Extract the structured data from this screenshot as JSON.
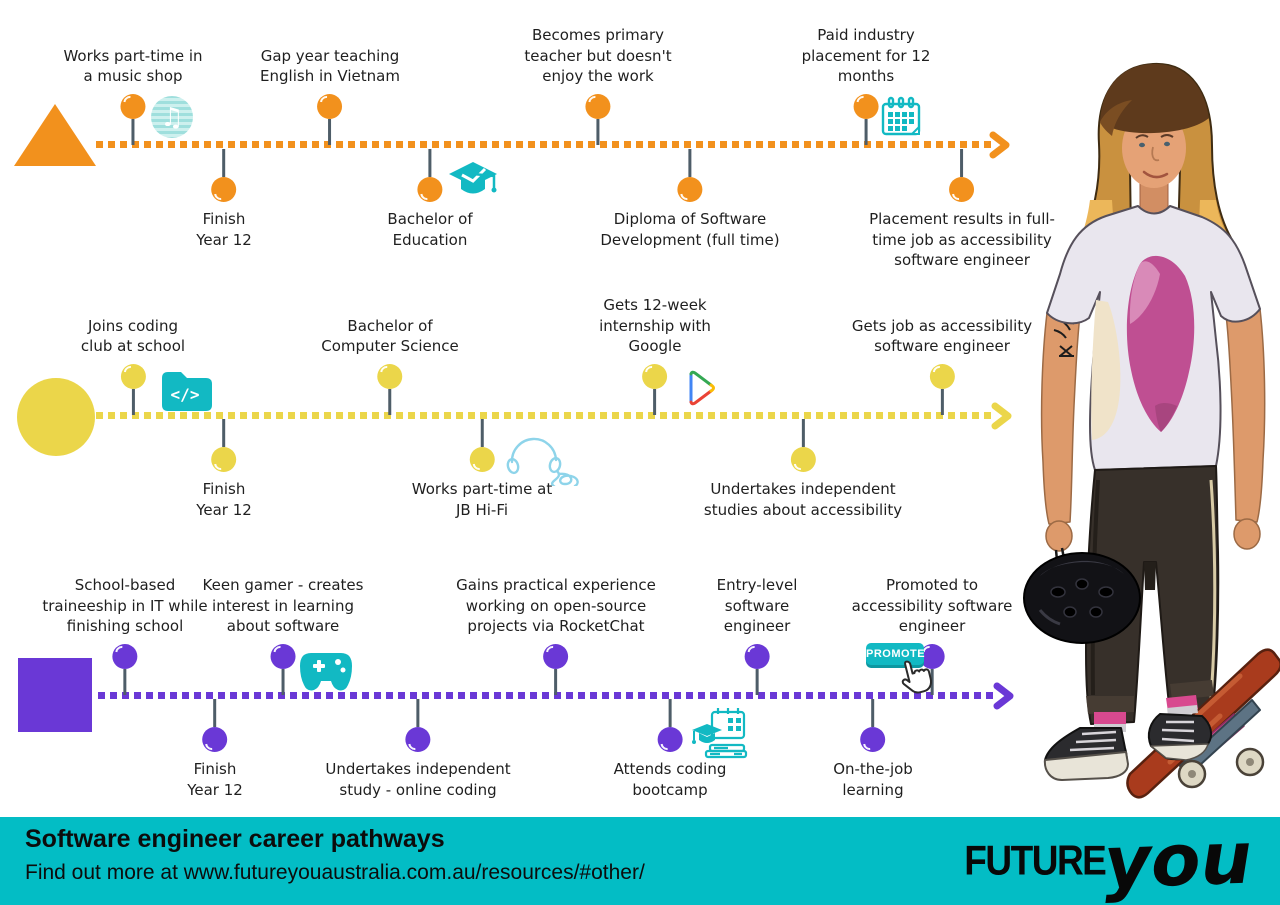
{
  "title_hint": "career pathways infographic",
  "colors": {
    "pathway_orange": "#f2911d",
    "pathway_yellow": "#ebd64a",
    "pathway_purple": "#6a38d6",
    "icon_teal": "#12b9c3",
    "footer_teal": "#03bdc5",
    "pin_stick": "#4e5d68",
    "text": "#1f1f1f"
  },
  "rows": [
    {
      "marker": "triangle",
      "above": [
        {
          "label": "Works part-time in\na music shop",
          "icon": "music-note-icon"
        },
        {
          "label": "Gap year teaching\nEnglish in Vietnam"
        },
        {
          "label": "Becomes primary\nteacher but doesn't\nenjoy the work"
        },
        {
          "label": "Paid industry\nplacement for 12\nmonths",
          "icon": "calendar-icon"
        }
      ],
      "below": [
        {
          "label": "Finish\nYear 12"
        },
        {
          "label": "Bachelor of\nEducation",
          "icon": "graduation-cap-icon"
        },
        {
          "label": "Diploma of Software\nDevelopment (full time)"
        },
        {
          "label": "Placement results in full-\ntime job as accessibility\nsoftware engineer"
        }
      ]
    },
    {
      "marker": "circle",
      "above": [
        {
          "label": "Joins coding\nclub at school",
          "icon": "code-folder-icon"
        },
        {
          "label": "Bachelor of\nComputer Science"
        },
        {
          "label": "Gets 12-week\ninternship with\nGoogle",
          "icon": "google-play-icon"
        },
        {
          "label": "Gets job as accessibility\nsoftware engineer"
        }
      ],
      "below": [
        {
          "label": "Finish\nYear 12"
        },
        {
          "label": "Works part-time at\nJB Hi-Fi",
          "icon": "headphones-icon"
        },
        {
          "label": "Undertakes independent\nstudies about accessibility"
        }
      ]
    },
    {
      "marker": "square",
      "above": [
        {
          "label": "School-based\ntraineeship in IT while\nfinishing school"
        },
        {
          "label": "Keen gamer - creates\ninterest in learning\nabout software",
          "icon": "game-controller-icon"
        },
        {
          "label": "Gains practical experience\nworking on open-source\nprojects via RocketChat"
        },
        {
          "label": "Entry-level\nsoftware\nengineer"
        },
        {
          "label": "Promoted to\naccessibility software\nengineer",
          "icon": "promote-button-icon"
        }
      ],
      "below": [
        {
          "label": "Finish\nYear 12"
        },
        {
          "label": "Undertakes independent\nstudy - online coding"
        },
        {
          "label": "Attends coding\nbootcamp",
          "icon": "coding-bootcamp-icon"
        },
        {
          "label": "On-the-job\nlearning"
        }
      ]
    }
  ],
  "icons": {
    "music_note": "♫",
    "code_folder": "</>",
    "promote_label": "PROMOTE"
  },
  "footer": {
    "title": "Software engineer career pathways",
    "find_out_more": "Find out more at www.futureyouaustralia.com.au/resources/#other/",
    "logo": {
      "future": "FUTURE",
      "you": "you"
    }
  }
}
